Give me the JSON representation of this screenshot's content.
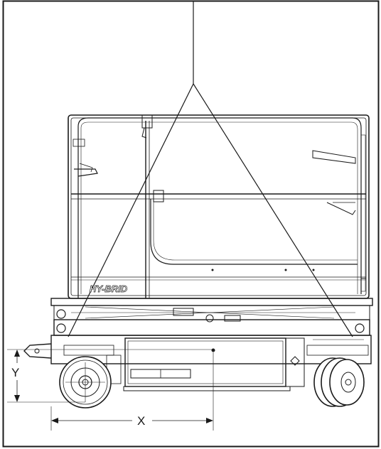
{
  "diagram": {
    "logo_text": "HY-BRID",
    "dimension_x_label": "X",
    "dimension_y_label": "Y",
    "line_color": "#1a1a1a",
    "fill_color": "#ffffff"
  }
}
